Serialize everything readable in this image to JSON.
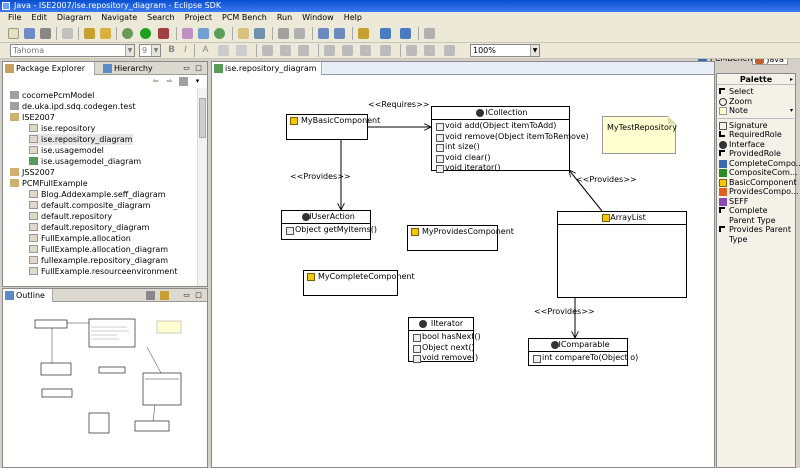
{
  "window": {
    "title": "Java - ISE2007/ise.repository_diagram - Eclipse SDK"
  },
  "menu": [
    "File",
    "Edit",
    "Diagram",
    "Navigate",
    "Search",
    "Project",
    "PCM Bench",
    "Run",
    "Window",
    "Help"
  ],
  "toolbar": {
    "font_family": "Tahoma",
    "font_size": "9",
    "zoom": "100%",
    "perspectives": [
      "PCMBench",
      "Java"
    ]
  },
  "package_explorer": {
    "tabs": [
      "Package Explorer",
      "Hierarchy"
    ],
    "items": [
      "cocomePcmModel",
      "de.uka.ipd.sdq.codegen.test",
      "ISE2007",
      "ise.repository",
      "ise.repository_diagram",
      "ise.usagemodel",
      "ise.usagemodel_diagram",
      "JSS2007",
      "PCMFullExample",
      "Blog.Addexample.seff_diagram",
      "default.composite_diagram",
      "default.repository",
      "default.repository_diagram",
      "FullExample.allocation",
      "FullExample.allocation_diagram",
      "fullexample.repository_diagram",
      "FullExample.resourceenvironment"
    ]
  },
  "outline": {
    "tab": "Outline"
  },
  "editor": {
    "tab": "ise.repository_diagram",
    "components": [
      {
        "name": "MyBasicComponent"
      },
      {
        "name": "MyProvidesComponent"
      },
      {
        "name": "MyCompleteComponent"
      },
      {
        "name": "ArrayList"
      }
    ],
    "interfaces": [
      {
        "name": "ICollection",
        "ops": [
          "void add(Object itemToAdd)",
          "void remove(Object itemToRemove)",
          "int size()",
          "void clear()",
          "void iterator()"
        ]
      },
      {
        "name": "IUserAction",
        "ops": [
          "Object getMyItems()"
        ]
      },
      {
        "name": "IIterator",
        "ops": [
          "bool hasNext()",
          "Object next()",
          "void remove()"
        ]
      },
      {
        "name": "IComparable",
        "ops": [
          "int compareTo(Object o)"
        ]
      }
    ],
    "note": "MyTestRepository",
    "labels": {
      "requires": "<<Requires>>",
      "provides1": "<<Provides>>",
      "provides2": "<<Provides>>",
      "provides3": "<<Provides>>"
    }
  },
  "palette": {
    "title": "Palette",
    "tools": [
      "Select",
      "Zoom",
      "Note"
    ],
    "items": [
      "Signature",
      "RequiredRole",
      "Interface",
      "ProvidedRole",
      "CompleteCompo...",
      "CompositeCom...",
      "BasicComponent",
      "ProvidesCompo...",
      "SEFF",
      "Complete Parent Type",
      "Provides Parent Type"
    ]
  }
}
